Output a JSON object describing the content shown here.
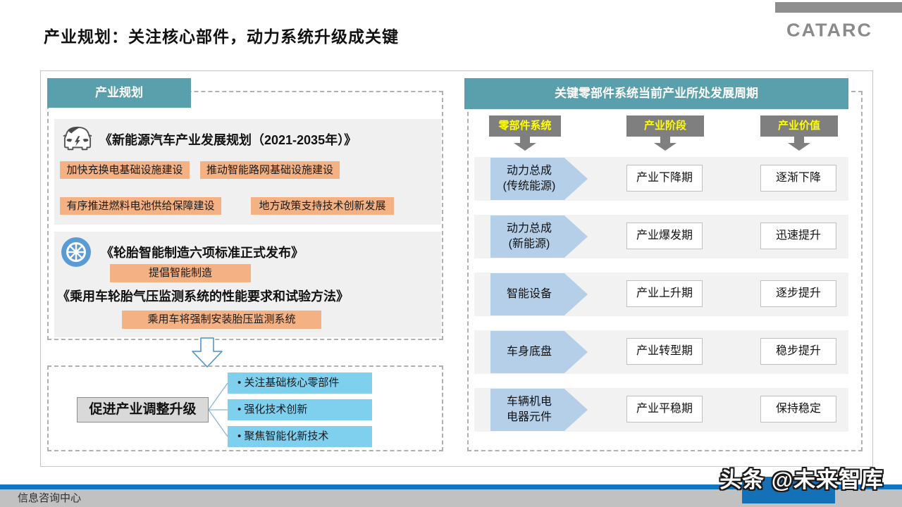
{
  "page": {
    "title": "产业规划：关注核心部件，动力系统升级成关键",
    "logo_text": "CATARC"
  },
  "left_panel": {
    "header": "产业规划",
    "block1": {
      "icon": "ev-car-icon",
      "title": "《新能源汽车产业发展规划（2021-2035年）》",
      "tags": [
        "加快充换电基础设施建设",
        "推动智能路网基础设施建设",
        "有序推进燃料电池供给保障建设",
        "地方政策支持技术创新发展"
      ]
    },
    "block2": {
      "icon": "tire-icon",
      "title1": "《轮胎智能制造六项标准正式发布》",
      "tag1": "提倡智能制造",
      "title2": "《乘用车轮胎气压监测系统的性能要求和试验方法》",
      "tag2": "乘用车将强制安装胎压监测系统"
    },
    "flow": {
      "arrow_icon": "down-block-arrow-icon",
      "label": "促进产业调整升级",
      "points": [
        "关注基础核心零部件",
        "强化技术创新",
        "聚焦智能化新技术"
      ]
    }
  },
  "right_panel": {
    "header": "关键零部件系统当前产业所处发展周期",
    "columns": [
      "零部件系统",
      "产业阶段",
      "产业价值"
    ],
    "column_arrow_icon": "down-arrow-icon",
    "rows": [
      {
        "system": "动力总成\n(传统能源)",
        "stage": "产业下降期",
        "value": "逐渐下降"
      },
      {
        "system": "动力总成\n(新能源)",
        "stage": "产业爆发期",
        "value": "迅速提升"
      },
      {
        "system": "智能设备",
        "stage": "产业上升期",
        "value": "逐步提升"
      },
      {
        "system": "车身底盘",
        "stage": "产业转型期",
        "value": "稳步提升"
      },
      {
        "system": "车辆机电\n电器元件",
        "stage": "产业平稳期",
        "value": "保持稳定"
      }
    ]
  },
  "footer": {
    "department": "信息咨询中心",
    "watermark": "头条 @未来智库"
  },
  "colors": {
    "panel_header_teal": "#5A9FAC",
    "tag_orange": "#F4B183",
    "point_light_blue": "#7FD0EF",
    "pentagon_blue": "#B5CFE9",
    "column_header_gray": "#7F7F7F",
    "column_header_yellow": "#FFFF00",
    "row_background": "#F2F2F2",
    "footer_blue": "#1277C2",
    "footer_gray": "#C1C1C1",
    "tire_icon_blue": "#5B9BD5"
  }
}
